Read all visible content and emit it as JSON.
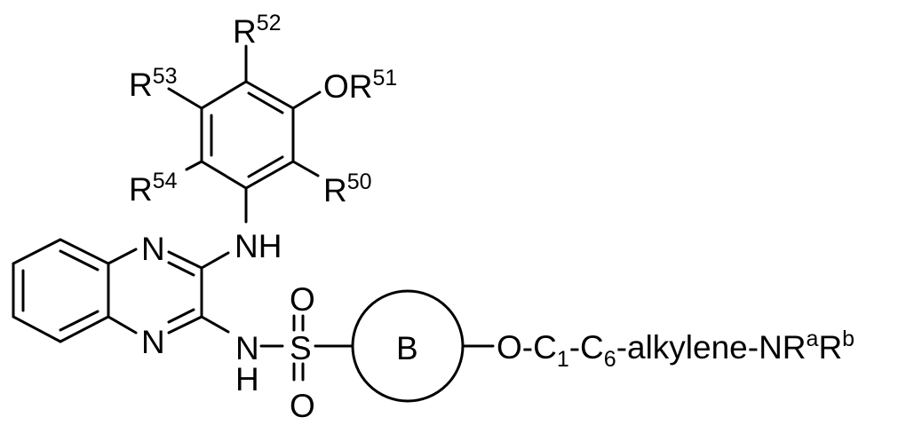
{
  "atoms": {
    "r52": "R",
    "r52_sup": "52",
    "r53": "R",
    "r53_sup": "53",
    "or51": "OR",
    "or51_sup": "51",
    "r54": "R",
    "r54_sup": "54",
    "r50": "R",
    "r50_sup": "50",
    "nh_amine": "NH",
    "n_top": "N",
    "n_bottom": "N",
    "n_sulfonamide": "N",
    "h_sulfonamide": "H",
    "s": "S",
    "o_top": "O",
    "o_bottom": "O",
    "ring_b": "B"
  },
  "substituent": {
    "p1": "O-C",
    "sub1": "1",
    "p2": "-C",
    "sub2": "6",
    "p3": "-alkylene-NR",
    "sup_a": "a",
    "p4": "R",
    "sup_b": "b"
  }
}
